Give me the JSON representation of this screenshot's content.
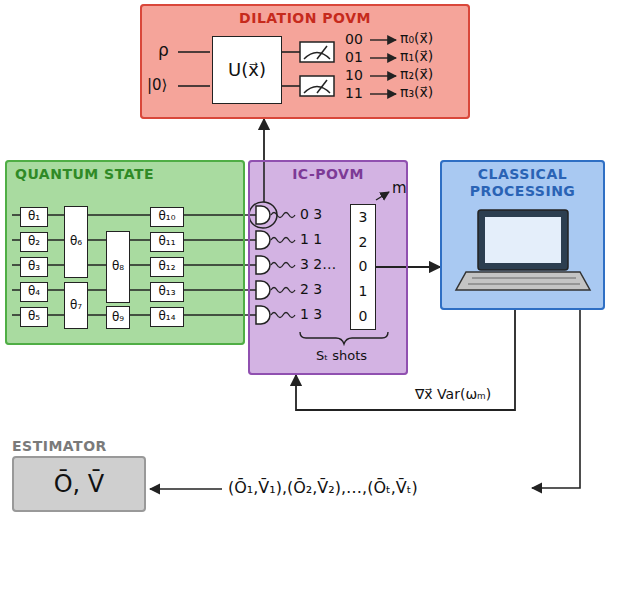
{
  "diagram": {
    "nodes": [
      {
        "text": [
          "DILATION POVM"
        ]
      },
      {
        "text": [
          "U(x⃗)"
        ],
        "in": 0
      },
      {
        "text": [
          "QUANTUM STATE"
        ]
      },
      {
        "text": [
          "θ₁"
        ],
        "in": 2
      },
      {
        "text": [
          "θ₂"
        ],
        "in": 2
      },
      {
        "text": [
          "θ₃"
        ],
        "in": 2
      },
      {
        "text": [
          "θ₄"
        ],
        "in": 2
      },
      {
        "text": [
          "θ₅"
        ],
        "in": 2
      },
      {
        "text": [
          "θ₆"
        ],
        "in": 2
      },
      {
        "text": [
          "θ₇"
        ],
        "in": 2
      },
      {
        "text": [
          "θ₈"
        ],
        "in": 2
      },
      {
        "text": [
          "θ₉"
        ],
        "in": 2
      },
      {
        "text": [
          "θ₁₀"
        ],
        "in": 2
      },
      {
        "text": [
          "θ₁₁"
        ],
        "in": 2
      },
      {
        "text": [
          "θ₁₂"
        ],
        "in": 2
      },
      {
        "text": [
          "θ₁₃"
        ],
        "in": 2
      },
      {
        "text": [
          "θ₁₄"
        ],
        "in": 2
      },
      {
        "text": [
          "IC-POVM"
        ]
      },
      {
        "text": [
          "3",
          "2",
          "0",
          "1",
          "0"
        ],
        "in": 17
      },
      {
        "text": [
          "CLASSICAL PROCESSING"
        ]
      },
      {
        "text": [
          "ESTIMATOR",
          "Ō, V̄"
        ]
      }
    ],
    "edges": [
      {
        "from": 17,
        "to": 0,
        "arrow": "to"
      },
      {
        "from": 18,
        "to": 19,
        "arrow": "to"
      },
      {
        "from": 19,
        "to": 17,
        "arrow": "to",
        "label": "∇x⃗ Var(ωₘ)"
      }
    ],
    "labels": [
      "ρ",
      "|0⟩",
      "00",
      "π₀(x⃗)",
      "01",
      "π₁(x⃗)",
      "10",
      "π₂(x⃗)",
      "11",
      "π₃(x⃗)",
      "0 3",
      "1 1",
      "3 2…",
      "2 3",
      "1 3",
      "m",
      "Sₜ shots",
      "(Ō₁,V̄₁),(Ō₂,V̄₂),…,(Ōₜ,V̄ₜ)"
    ]
  }
}
